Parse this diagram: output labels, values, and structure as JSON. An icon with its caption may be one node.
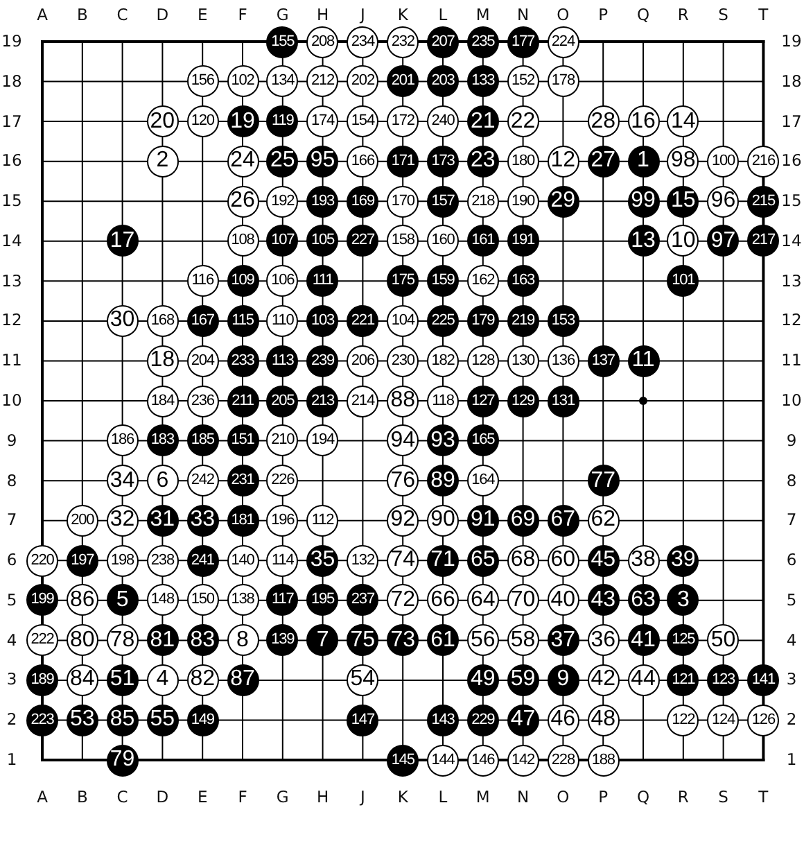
{
  "diagram": {
    "nodes": [
      {
        "text": [
          "155"
        ]
      },
      {
        "text": [
          "208"
        ]
      },
      {
        "text": [
          "234"
        ]
      },
      {
        "text": [
          "232"
        ]
      },
      {
        "text": [
          "207"
        ]
      },
      {
        "text": [
          "235"
        ]
      },
      {
        "text": [
          "177"
        ]
      },
      {
        "text": [
          "224"
        ]
      },
      {
        "text": [
          "156"
        ]
      },
      {
        "text": [
          "102"
        ]
      },
      {
        "text": [
          "134"
        ]
      },
      {
        "text": [
          "212"
        ]
      },
      {
        "text": [
          "202"
        ]
      },
      {
        "text": [
          "201"
        ]
      },
      {
        "text": [
          "203"
        ]
      },
      {
        "text": [
          "133"
        ]
      },
      {
        "text": [
          "152"
        ]
      },
      {
        "text": [
          "178"
        ]
      },
      {
        "text": [
          "20"
        ]
      },
      {
        "text": [
          "120"
        ]
      },
      {
        "text": [
          "19"
        ]
      },
      {
        "text": [
          "119"
        ]
      },
      {
        "text": [
          "174"
        ]
      },
      {
        "text": [
          "154"
        ]
      },
      {
        "text": [
          "172"
        ]
      },
      {
        "text": [
          "240"
        ]
      },
      {
        "text": [
          "21"
        ]
      },
      {
        "text": [
          "22"
        ]
      },
      {
        "text": [
          "28"
        ]
      },
      {
        "text": [
          "16"
        ]
      },
      {
        "text": [
          "14"
        ]
      },
      {
        "text": [
          "2"
        ]
      },
      {
        "text": [
          "24"
        ]
      },
      {
        "text": [
          "25"
        ]
      },
      {
        "text": [
          "95"
        ]
      },
      {
        "text": [
          "166"
        ]
      },
      {
        "text": [
          "171"
        ]
      },
      {
        "text": [
          "173"
        ]
      },
      {
        "text": [
          "23"
        ]
      },
      {
        "text": [
          "180"
        ]
      },
      {
        "text": [
          "12"
        ]
      },
      {
        "text": [
          "27"
        ]
      },
      {
        "text": [
          "1"
        ]
      },
      {
        "text": [
          "98"
        ]
      },
      {
        "text": [
          "100"
        ]
      },
      {
        "text": [
          "216"
        ]
      },
      {
        "text": [
          "26"
        ]
      },
      {
        "text": [
          "192"
        ]
      },
      {
        "text": [
          "193"
        ]
      },
      {
        "text": [
          "169"
        ]
      },
      {
        "text": [
          "170"
        ]
      },
      {
        "text": [
          "157"
        ]
      },
      {
        "text": [
          "218"
        ]
      },
      {
        "text": [
          "190"
        ]
      },
      {
        "text": [
          "29"
        ]
      },
      {
        "text": [
          "99"
        ]
      },
      {
        "text": [
          "15"
        ]
      },
      {
        "text": [
          "96"
        ]
      },
      {
        "text": [
          "215"
        ]
      },
      {
        "text": [
          "17"
        ]
      },
      {
        "text": [
          "108"
        ]
      },
      {
        "text": [
          "107"
        ]
      },
      {
        "text": [
          "105"
        ]
      },
      {
        "text": [
          "227"
        ]
      },
      {
        "text": [
          "158"
        ]
      },
      {
        "text": [
          "160"
        ]
      },
      {
        "text": [
          "161"
        ]
      },
      {
        "text": [
          "191"
        ]
      },
      {
        "text": [
          "13"
        ]
      },
      {
        "text": [
          "10"
        ]
      },
      {
        "text": [
          "97"
        ]
      },
      {
        "text": [
          "217"
        ]
      },
      {
        "text": [
          "116"
        ]
      },
      {
        "text": [
          "109"
        ]
      },
      {
        "text": [
          "106"
        ]
      },
      {
        "text": [
          "111"
        ]
      },
      {
        "text": [
          "175"
        ]
      },
      {
        "text": [
          "159"
        ]
      },
      {
        "text": [
          "162"
        ]
      },
      {
        "text": [
          "163"
        ]
      },
      {
        "text": [
          "101"
        ]
      },
      {
        "text": [
          "30"
        ]
      },
      {
        "text": [
          "168"
        ]
      },
      {
        "text": [
          "167"
        ]
      },
      {
        "text": [
          "115"
        ]
      },
      {
        "text": [
          "110"
        ]
      },
      {
        "text": [
          "103"
        ]
      },
      {
        "text": [
          "221"
        ]
      },
      {
        "text": [
          "104"
        ]
      },
      {
        "text": [
          "225"
        ]
      },
      {
        "text": [
          "179"
        ]
      },
      {
        "text": [
          "219"
        ]
      },
      {
        "text": [
          "153"
        ]
      },
      {
        "text": [
          "18"
        ]
      },
      {
        "text": [
          "204"
        ]
      },
      {
        "text": [
          "233"
        ]
      },
      {
        "text": [
          "113"
        ]
      },
      {
        "text": [
          "239"
        ]
      },
      {
        "text": [
          "206"
        ]
      },
      {
        "text": [
          "230"
        ]
      },
      {
        "text": [
          "182"
        ]
      },
      {
        "text": [
          "128"
        ]
      },
      {
        "text": [
          "130"
        ]
      },
      {
        "text": [
          "136"
        ]
      },
      {
        "text": [
          "137"
        ]
      },
      {
        "text": [
          "11"
        ]
      },
      {
        "text": [
          "184"
        ]
      },
      {
        "text": [
          "236"
        ]
      },
      {
        "text": [
          "211"
        ]
      },
      {
        "text": [
          "205"
        ]
      },
      {
        "text": [
          "213"
        ]
      },
      {
        "text": [
          "214"
        ]
      },
      {
        "text": [
          "88"
        ]
      },
      {
        "text": [
          "118"
        ]
      },
      {
        "text": [
          "127"
        ]
      },
      {
        "text": [
          "129"
        ]
      },
      {
        "text": [
          "131"
        ]
      },
      {
        "text": [
          "186"
        ]
      },
      {
        "text": [
          "183"
        ]
      },
      {
        "text": [
          "185"
        ]
      },
      {
        "text": [
          "151"
        ]
      },
      {
        "text": [
          "210"
        ]
      },
      {
        "text": [
          "194"
        ]
      },
      {
        "text": [
          "94"
        ]
      },
      {
        "text": [
          "93"
        ]
      },
      {
        "text": [
          "165"
        ]
      },
      {
        "text": [
          "34"
        ]
      },
      {
        "text": [
          "6"
        ]
      },
      {
        "text": [
          "242"
        ]
      },
      {
        "text": [
          "231"
        ]
      },
      {
        "text": [
          "226"
        ]
      },
      {
        "text": [
          "76"
        ]
      },
      {
        "text": [
          "89"
        ]
      },
      {
        "text": [
          "164"
        ]
      },
      {
        "text": [
          "77"
        ]
      },
      {
        "text": [
          "200"
        ]
      },
      {
        "text": [
          "32"
        ]
      },
      {
        "text": [
          "31"
        ]
      },
      {
        "text": [
          "33"
        ]
      },
      {
        "text": [
          "181"
        ]
      },
      {
        "text": [
          "196"
        ]
      },
      {
        "text": [
          "112"
        ]
      },
      {
        "text": [
          "92"
        ]
      },
      {
        "text": [
          "90"
        ]
      },
      {
        "text": [
          "91"
        ]
      },
      {
        "text": [
          "69"
        ]
      },
      {
        "text": [
          "67"
        ]
      },
      {
        "text": [
          "62"
        ]
      },
      {
        "text": [
          "220"
        ]
      },
      {
        "text": [
          "197"
        ]
      },
      {
        "text": [
          "198"
        ]
      },
      {
        "text": [
          "238"
        ]
      },
      {
        "text": [
          "241"
        ]
      },
      {
        "text": [
          "140"
        ]
      },
      {
        "text": [
          "114"
        ]
      },
      {
        "text": [
          "35"
        ]
      },
      {
        "text": [
          "132"
        ]
      },
      {
        "text": [
          "74"
        ]
      },
      {
        "text": [
          "71"
        ]
      },
      {
        "text": [
          "65"
        ]
      },
      {
        "text": [
          "68"
        ]
      },
      {
        "text": [
          "60"
        ]
      },
      {
        "text": [
          "45"
        ]
      },
      {
        "text": [
          "38"
        ]
      },
      {
        "text": [
          "39"
        ]
      },
      {
        "text": [
          "199"
        ]
      },
      {
        "text": [
          "86"
        ]
      },
      {
        "text": [
          "5"
        ]
      },
      {
        "text": [
          "148"
        ]
      },
      {
        "text": [
          "150"
        ]
      },
      {
        "text": [
          "138"
        ]
      },
      {
        "text": [
          "117"
        ]
      },
      {
        "text": [
          "195"
        ]
      },
      {
        "text": [
          "237"
        ]
      },
      {
        "text": [
          "72"
        ]
      },
      {
        "text": [
          "66"
        ]
      },
      {
        "text": [
          "64"
        ]
      },
      {
        "text": [
          "70"
        ]
      },
      {
        "text": [
          "40"
        ]
      },
      {
        "text": [
          "43"
        ]
      },
      {
        "text": [
          "63"
        ]
      },
      {
        "text": [
          "3"
        ]
      },
      {
        "text": [
          "222"
        ]
      },
      {
        "text": [
          "80"
        ]
      },
      {
        "text": [
          "78"
        ]
      },
      {
        "text": [
          "81"
        ]
      },
      {
        "text": [
          "83"
        ]
      },
      {
        "text": [
          "8"
        ]
      },
      {
        "text": [
          "139"
        ]
      },
      {
        "text": [
          "7"
        ]
      },
      {
        "text": [
          "75"
        ]
      },
      {
        "text": [
          "73"
        ]
      },
      {
        "text": [
          "61"
        ]
      },
      {
        "text": [
          "56"
        ]
      },
      {
        "text": [
          "58"
        ]
      },
      {
        "text": [
          "37"
        ]
      },
      {
        "text": [
          "36"
        ]
      },
      {
        "text": [
          "41"
        ]
      },
      {
        "text": [
          "125"
        ]
      },
      {
        "text": [
          "50"
        ]
      },
      {
        "text": [
          "189"
        ]
      },
      {
        "text": [
          "84"
        ]
      },
      {
        "text": [
          "51"
        ]
      },
      {
        "text": [
          "4"
        ]
      },
      {
        "text": [
          "82"
        ]
      },
      {
        "text": [
          "87"
        ]
      },
      {
        "text": [
          "54"
        ]
      },
      {
        "text": [
          "49"
        ]
      },
      {
        "text": [
          "59"
        ]
      },
      {
        "text": [
          "9"
        ]
      },
      {
        "text": [
          "42"
        ]
      },
      {
        "text": [
          "44"
        ]
      },
      {
        "text": [
          "121"
        ]
      },
      {
        "text": [
          "123"
        ]
      },
      {
        "text": [
          "141"
        ]
      },
      {
        "text": [
          "223"
        ]
      },
      {
        "text": [
          "53"
        ]
      },
      {
        "text": [
          "85"
        ]
      },
      {
        "text": [
          "55"
        ]
      },
      {
        "text": [
          "149"
        ]
      },
      {
        "text": [
          "147"
        ]
      },
      {
        "text": [
          "143"
        ]
      },
      {
        "text": [
          "229"
        ]
      },
      {
        "text": [
          "47"
        ]
      },
      {
        "text": [
          "46"
        ]
      },
      {
        "text": [
          "48"
        ]
      },
      {
        "text": [
          "122"
        ]
      },
      {
        "text": [
          "124"
        ]
      },
      {
        "text": [
          "126"
        ]
      },
      {
        "text": [
          "79"
        ]
      },
      {
        "text": [
          "145"
        ]
      },
      {
        "text": [
          "144"
        ]
      },
      {
        "text": [
          "146"
        ]
      },
      {
        "text": [
          "142"
        ]
      },
      {
        "text": [
          "228"
        ]
      },
      {
        "text": [
          "188"
        ]
      }
    ],
    "labels": [
      "A",
      "B",
      "C",
      "D",
      "E",
      "F",
      "G",
      "H",
      "J",
      "K",
      "L",
      "M",
      "N",
      "O",
      "P",
      "Q",
      "R",
      "S",
      "T",
      "19",
      "19",
      "18",
      "18",
      "17",
      "17",
      "16",
      "16",
      "15",
      "15",
      "14",
      "14",
      "13",
      "13",
      "12",
      "12",
      "11",
      "11",
      "10",
      "10",
      "9",
      "9",
      "8",
      "8",
      "7",
      "7",
      "6",
      "6",
      "5",
      "5",
      "4",
      "4",
      "3",
      "3",
      "2",
      "2",
      "1",
      "1",
      "A",
      "B",
      "C",
      "D",
      "E",
      "F",
      "G",
      "H",
      "J",
      "K",
      "L",
      "M",
      "N",
      "O",
      "P",
      "Q",
      "R",
      "S",
      "T"
    ]
  }
}
